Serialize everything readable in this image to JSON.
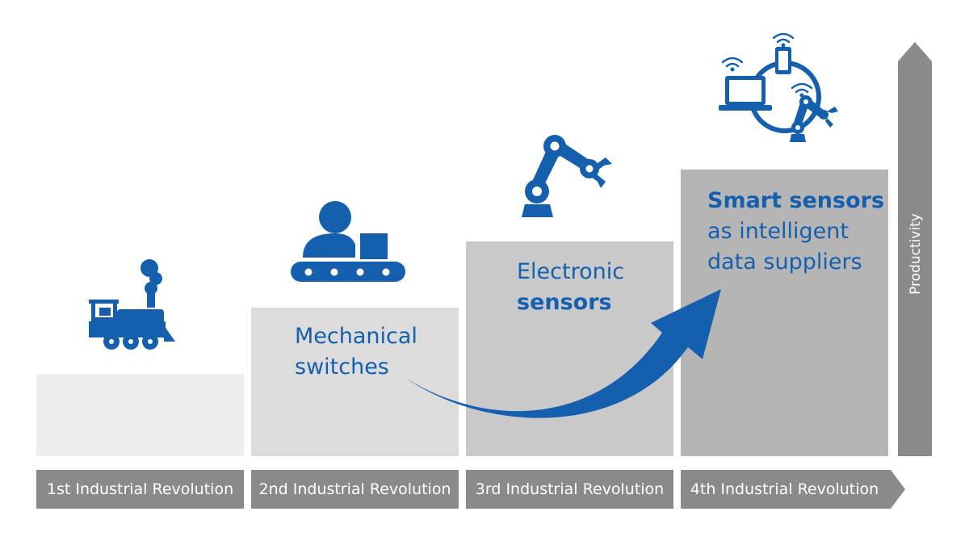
{
  "stages": [
    {
      "label": "1st Industrial Revolution",
      "text": []
    },
    {
      "label": "2nd Industrial Revolution",
      "text": [
        "Mechanical",
        "switches"
      ]
    },
    {
      "label": "3rd Industrial Revolution",
      "text": [
        "Electronic",
        "sensors"
      ]
    },
    {
      "label": "4th Industrial Revolution",
      "text": [
        "Smart sensors",
        "as intelligent",
        "data suppliers"
      ]
    }
  ],
  "axis": {
    "label": "Productivity"
  },
  "icons": {
    "stage1": "steam-locomotive-icon",
    "stage2": "worker-conveyor-icon",
    "stage3": "robot-arm-icon",
    "stage4": "connected-devices-icon"
  },
  "colors": {
    "accent": "#1560ae",
    "step1": "#eeeeee",
    "step2": "#dcdcdc",
    "step3": "#c9c9c9",
    "step4": "#b5b5b5",
    "label_bar": "#8a8a8a",
    "arrow": "#8a8a8a"
  }
}
